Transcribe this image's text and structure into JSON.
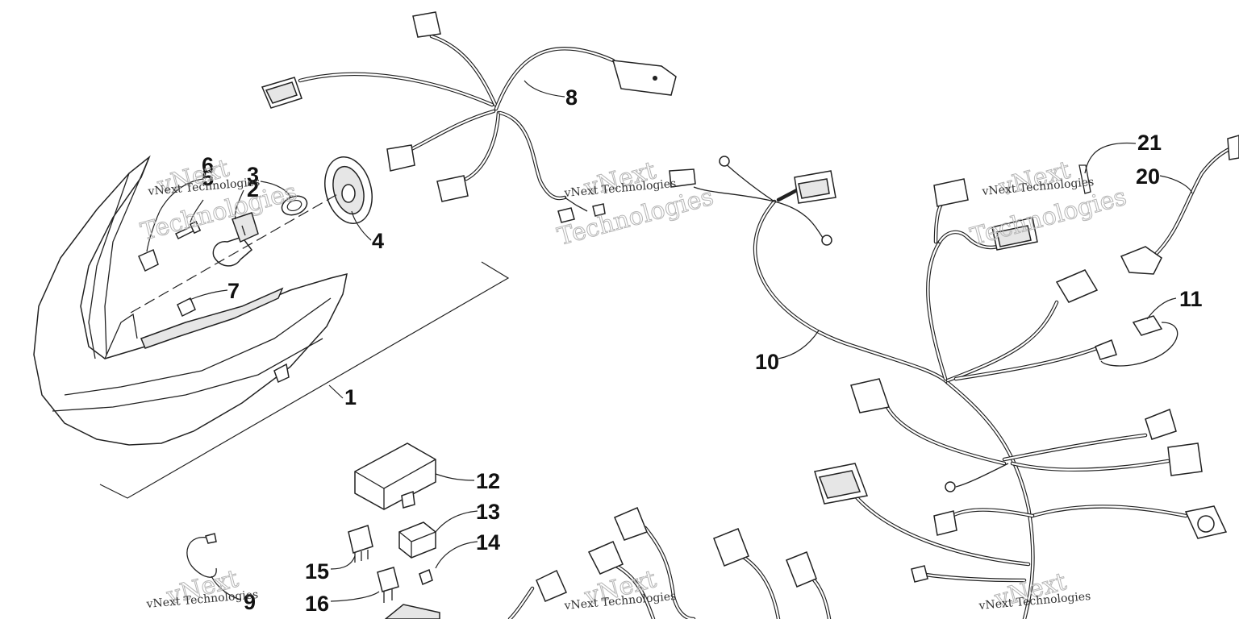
{
  "diagram": {
    "callouts": [
      {
        "id": "1",
        "label": "1"
      },
      {
        "id": "2",
        "label": "2"
      },
      {
        "id": "3",
        "label": "3"
      },
      {
        "id": "4",
        "label": "4"
      },
      {
        "id": "5",
        "label": "5"
      },
      {
        "id": "6",
        "label": "6"
      },
      {
        "id": "7",
        "label": "7"
      },
      {
        "id": "8",
        "label": "8"
      },
      {
        "id": "9",
        "label": "9"
      },
      {
        "id": "10",
        "label": "10"
      },
      {
        "id": "11",
        "label": "11"
      },
      {
        "id": "12",
        "label": "12"
      },
      {
        "id": "13",
        "label": "13"
      },
      {
        "id": "14",
        "label": "14"
      },
      {
        "id": "15",
        "label": "15"
      },
      {
        "id": "16",
        "label": "16"
      },
      {
        "id": "20",
        "label": "20"
      },
      {
        "id": "21",
        "label": "21"
      }
    ],
    "watermark": {
      "brand": "vNext",
      "technologies": "Technologies",
      "line": "vNext Technologies"
    }
  }
}
